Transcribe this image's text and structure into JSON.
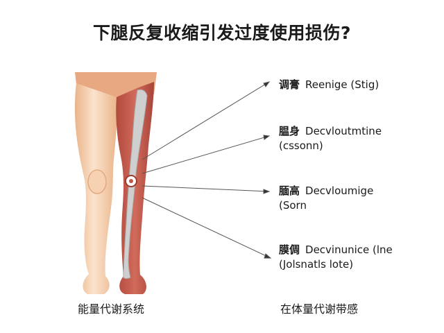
{
  "title": "下腿反复收缩引发过度使用损伤?",
  "callouts": [
    {
      "cn": "调膏",
      "en": "Reenige (Stig)",
      "sub": ""
    },
    {
      "cn": "腽身",
      "en": "Decvloutmtine",
      "sub": "(cssonn)"
    },
    {
      "cn": "腼高",
      "en": "Decvloumige",
      "sub": "(Sorn"
    },
    {
      "cn": "膜倜",
      "en": "Decvinunice (lne",
      "sub": "(Jolsnatls lote)"
    }
  ],
  "footer": {
    "left": "能量代谢系统",
    "right": "在体量代谢带感"
  },
  "colors": {
    "skin": "#f2c7a0",
    "skin_light": "#fbe3cc",
    "muscle": "#c1574a",
    "muscle_dark": "#9e3b32",
    "bone": "#c9c9c9",
    "line": "#4a4a4a"
  }
}
